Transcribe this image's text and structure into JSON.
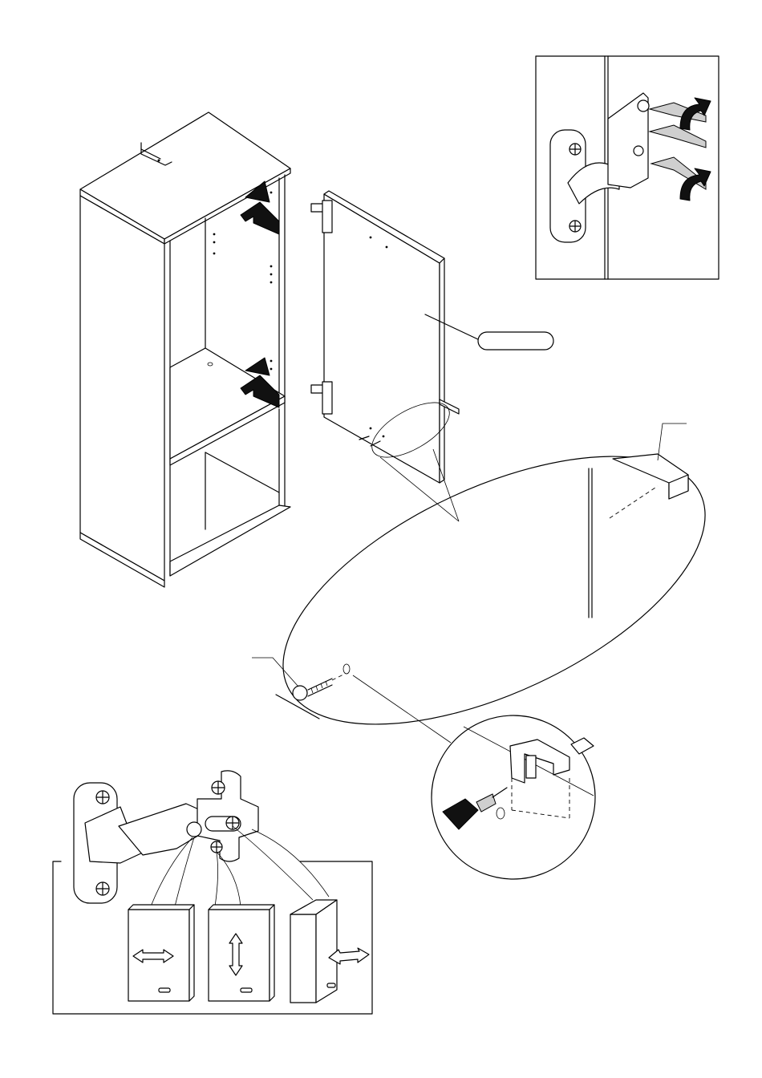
{
  "page": {
    "background": "#ffffff",
    "line_color": "#000000",
    "arrow_fill": "#111111"
  },
  "figures": {
    "cabinet": {
      "icon": "cabinet-carcass"
    },
    "door": {
      "icon": "door-panel-with-hinges",
      "callout_label": ""
    },
    "detail_top_right": {
      "icon": "hinge-screw-detail"
    },
    "detail_ellipse": {
      "icon": "stopper-screw-detail"
    },
    "detail_circle": {
      "icon": "drill-stopper-detail"
    },
    "hinge_adjustment": {
      "icon": "hinge-adjustment",
      "panels": [
        {
          "name": "horizontal",
          "icon": "left-right-arrow-icon"
        },
        {
          "name": "vertical",
          "icon": "up-down-arrow-icon"
        },
        {
          "name": "depth",
          "icon": "in-out-arrow-icon"
        }
      ]
    }
  }
}
